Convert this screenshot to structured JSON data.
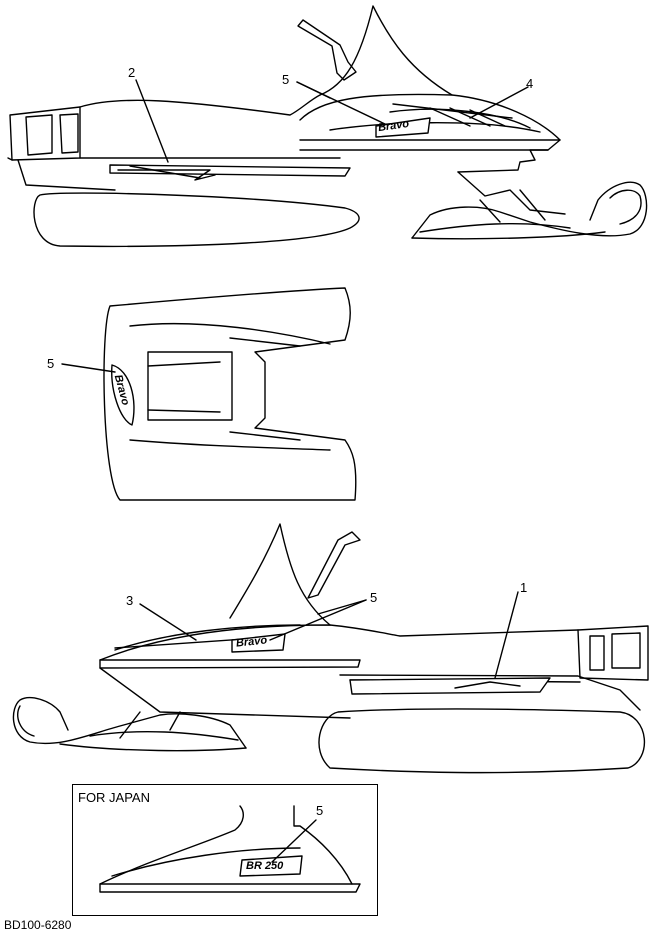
{
  "callouts": [
    "1",
    "2",
    "3",
    "4",
    "5"
  ],
  "japan_label": "FOR JAPAN",
  "drawing_code": "BD100-6280",
  "decal_text": {
    "bravo": "Bravo",
    "japan_model": "BR 250"
  },
  "stroke_color": "#000000",
  "background_color": "#ffffff"
}
